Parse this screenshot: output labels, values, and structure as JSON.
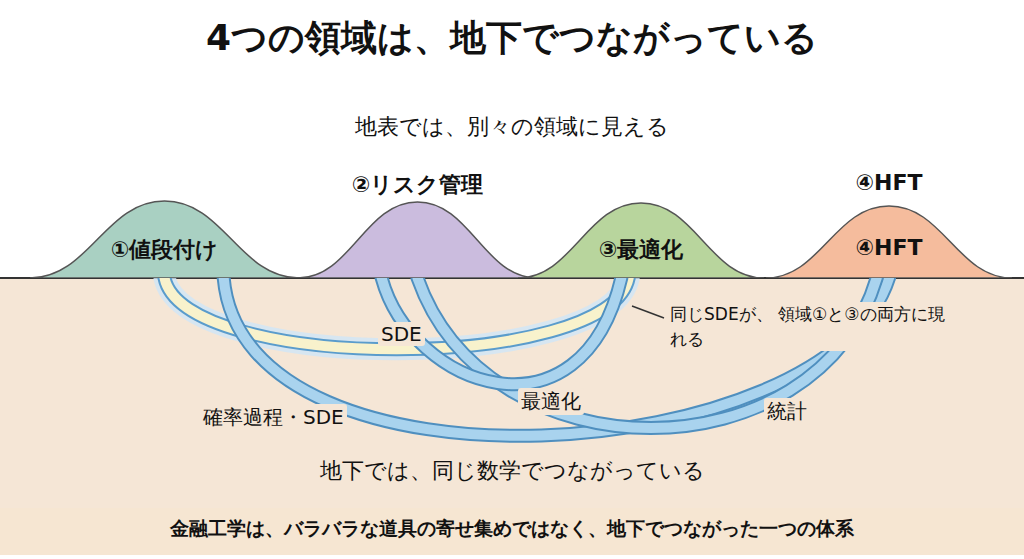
{
  "diagram": {
    "title": "4つの領域は、地下でつながっている",
    "nodes": [
      {
        "text": [
          "①値段付け"
        ]
      },
      {
        "text": [
          "②リスク管理"
        ]
      },
      {
        "text": [
          "③最適化"
        ]
      },
      {
        "text": [
          "④HFT",
          "④HFT"
        ]
      },
      {
        "text": [
          "金融工学は、バラバラな道具の寄せ集めではなく、地下でつながった一つの体系"
        ]
      }
    ],
    "edges": [
      {
        "from": 0,
        "to": 2,
        "label": "SDE",
        "arrow": "none"
      },
      {
        "from": 0,
        "to": 3,
        "label": "確率過程・SDE",
        "arrow": "none"
      },
      {
        "from": 1,
        "to": 3,
        "label": "統計",
        "arrow": "none"
      },
      {
        "from": 2,
        "to": 1,
        "label": "最適化",
        "arrow": "none"
      }
    ],
    "labels": [
      "地表では、別々の領域に見える",
      "同じSDEが、 領域①と③の両方に現れる",
      "地下では、同じ数学でつながっている"
    ]
  }
}
